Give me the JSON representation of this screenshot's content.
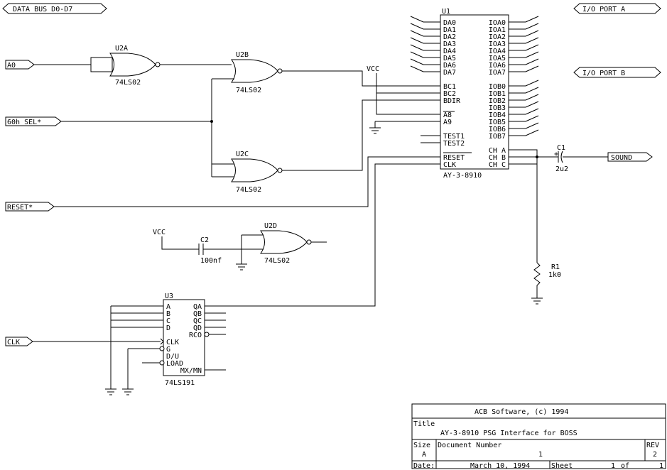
{
  "ports": {
    "data_bus": "DATA BUS D0-D7",
    "io_port_a": "I/O PORT A",
    "io_port_b": "I/O PORT B",
    "a0": "A0",
    "sel": "60h SEL*",
    "reset": "RESET*",
    "clk": "CLK",
    "sound": "SOUND"
  },
  "u1": {
    "ref": "U1",
    "part": "AY-3-8910",
    "left_pins": [
      "DA0",
      "DA1",
      "DA2",
      "DA3",
      "DA4",
      "DA5",
      "DA6",
      "DA7",
      "BC1",
      "BC2",
      "BDIR",
      "A8",
      "A9",
      "TEST1",
      "TEST2",
      "RESET",
      "CLK"
    ],
    "right_pins": [
      "IOA0",
      "IOA1",
      "IOA2",
      "IOA3",
      "IOA4",
      "IOA5",
      "IOA6",
      "IOA7",
      "IOB0",
      "IOB1",
      "IOB2",
      "IOB3",
      "IOB4",
      "IOB5",
      "IOB6",
      "IOB7",
      "CH A",
      "CH B",
      "CH C"
    ]
  },
  "gates": {
    "u2a": {
      "ref": "U2A",
      "part": "74LS02"
    },
    "u2b": {
      "ref": "U2B",
      "part": "74LS02"
    },
    "u2c": {
      "ref": "U2C",
      "part": "74LS02"
    },
    "u2d": {
      "ref": "U2D",
      "part": "74LS02"
    }
  },
  "u3": {
    "ref": "U3",
    "part": "74LS191",
    "left_pins": [
      "A",
      "B",
      "C",
      "D",
      "CLK",
      "G",
      "D/U",
      "LOAD"
    ],
    "right_pins": [
      "QA",
      "QB",
      "QC",
      "QD",
      "RCO",
      "MX/MN"
    ]
  },
  "parts": {
    "vcc1": "VCC",
    "vcc2": "VCC",
    "c1_ref": "C1",
    "c1_value": "2u2",
    "c1_plus": "+",
    "c2_ref": "C2",
    "c2_value": "100nf",
    "r1_ref": "R1",
    "r1_value": "1k0"
  },
  "title_block": {
    "company": "ACB Software, (c) 1994",
    "title_label": "Title",
    "title": "AY-3-8910 PSG Interface for BOSS",
    "size_label": "Size",
    "size": "A",
    "docnum_label": "Document Number",
    "docnum": "1",
    "rev_label": "REV",
    "rev": "2",
    "date_label": "Date:",
    "date": "March 10, 1994",
    "sheet_label": "Sheet",
    "sheet": "1",
    "of_label": "of",
    "sheet_total": "1"
  }
}
